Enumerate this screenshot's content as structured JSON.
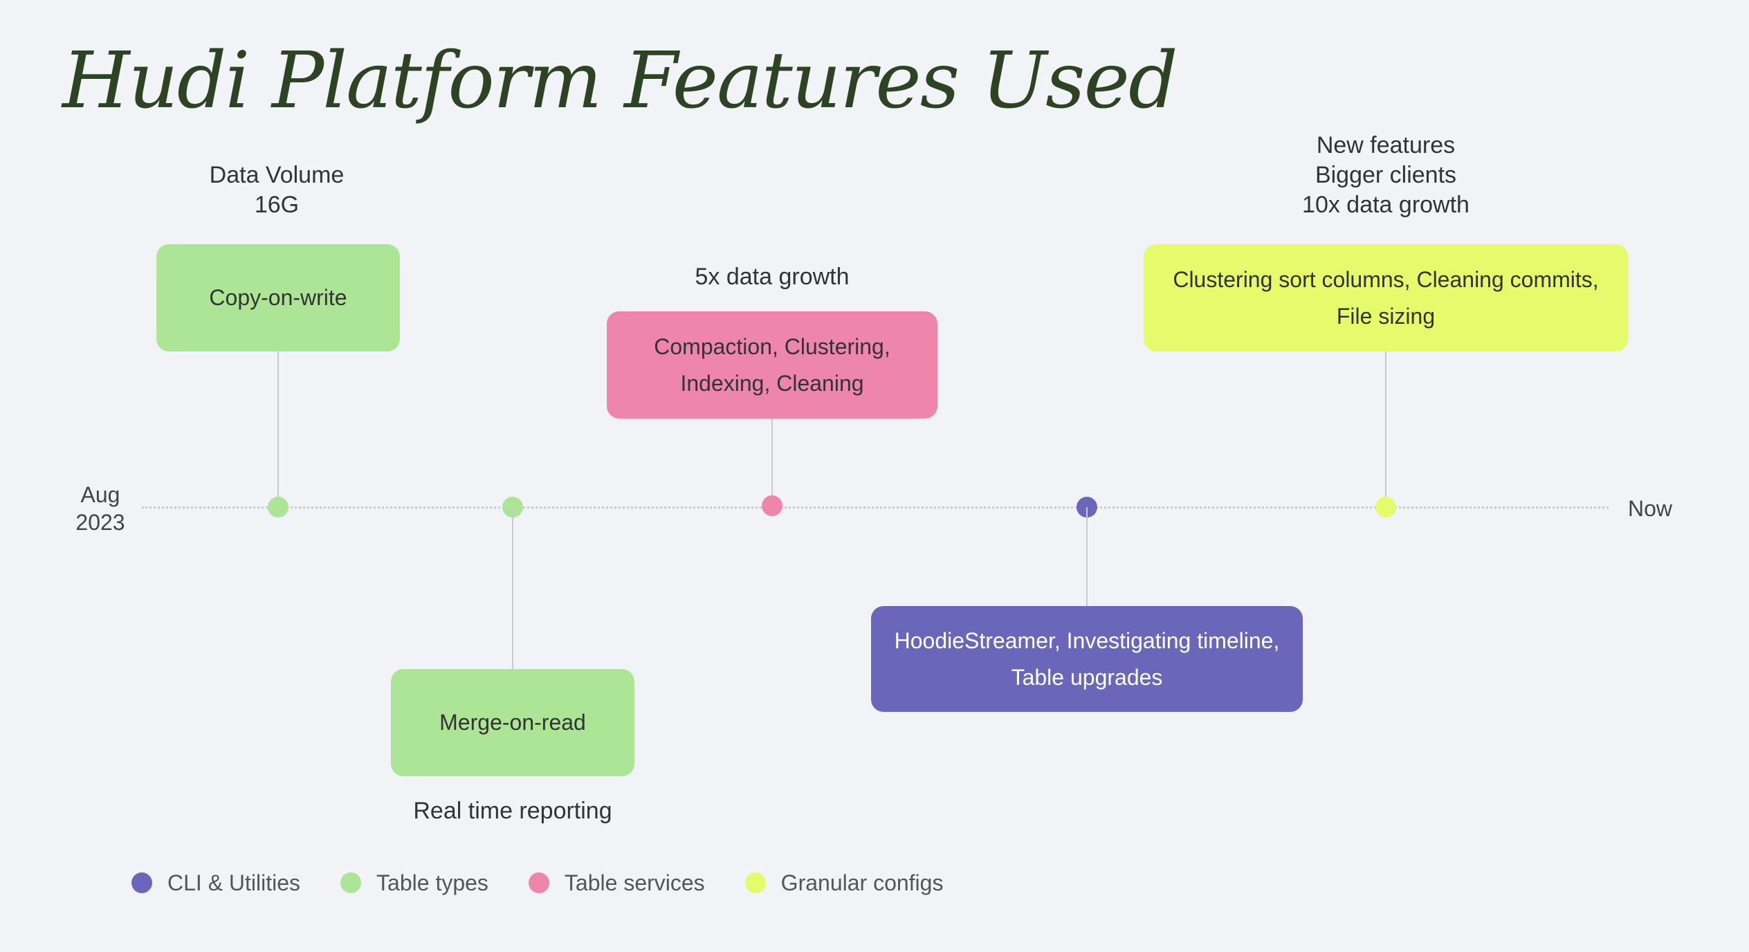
{
  "title": "Hudi Platform Features Used",
  "timeline": {
    "start_label_line1": "Aug",
    "start_label_line2": "2023",
    "end_label": "Now"
  },
  "colors": {
    "cli_utilities": "#6a67bb",
    "table_types": "#ade597",
    "table_services": "#ee86ab",
    "granular_configs": "#e6fb6c",
    "title": "#2d4424"
  },
  "events": [
    {
      "box_text": "Copy-on-write",
      "note_lines": [
        "Data Volume",
        "16G"
      ],
      "category": "table_types"
    },
    {
      "box_text": "Merge-on-read",
      "note_lines": [
        "Real time reporting"
      ],
      "category": "table_types"
    },
    {
      "box_lines": [
        "Compaction, Clustering,",
        "Indexing, Cleaning"
      ],
      "note_lines": [
        "5x data growth"
      ],
      "category": "table_services"
    },
    {
      "box_lines": [
        "HoodieStreamer, Investigating timeline,",
        "Table upgrades"
      ],
      "note_lines": [],
      "category": "cli_utilities"
    },
    {
      "box_lines": [
        "Clustering sort columns, Cleaning commits,",
        "File sizing"
      ],
      "note_lines": [
        "New features",
        "Bigger clients",
        "10x data growth"
      ],
      "category": "granular_configs"
    }
  ],
  "legend": [
    {
      "label": "CLI & Utilities",
      "color": "#6a67bb"
    },
    {
      "label": "Table types",
      "color": "#ade597"
    },
    {
      "label": "Table services",
      "color": "#ee86ab"
    },
    {
      "label": "Granular configs",
      "color": "#e6fb6c"
    }
  ]
}
